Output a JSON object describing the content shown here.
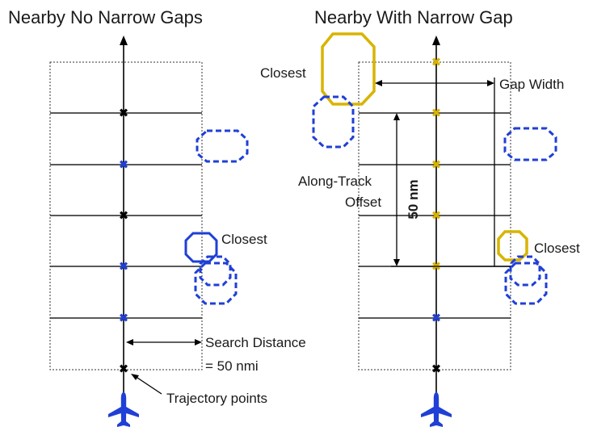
{
  "left_panel": {
    "title": "Nearby No Narrow Gaps",
    "closest_label": "Closest",
    "search_distance_label": "Search Distance",
    "search_distance_value": "= 50 nmi",
    "trajectory_label": "Trajectory points"
  },
  "right_panel": {
    "title": "Nearby With Narrow Gap",
    "closest_top_label": "Closest",
    "gap_width_label": "Gap Width",
    "along_track_label": "Along-Track",
    "offset_label": "Offset",
    "distance_label": "50 nm",
    "closest_bottom_label": "Closest"
  },
  "colors": {
    "weather_cell": "#1f3fd6",
    "gap_cell": "#d8b400",
    "aircraft": "#1f3fd6",
    "marker_black": "#000000"
  },
  "icons": [
    "airplane-icon",
    "cross-marker-icon",
    "weather-cell-icon"
  ]
}
